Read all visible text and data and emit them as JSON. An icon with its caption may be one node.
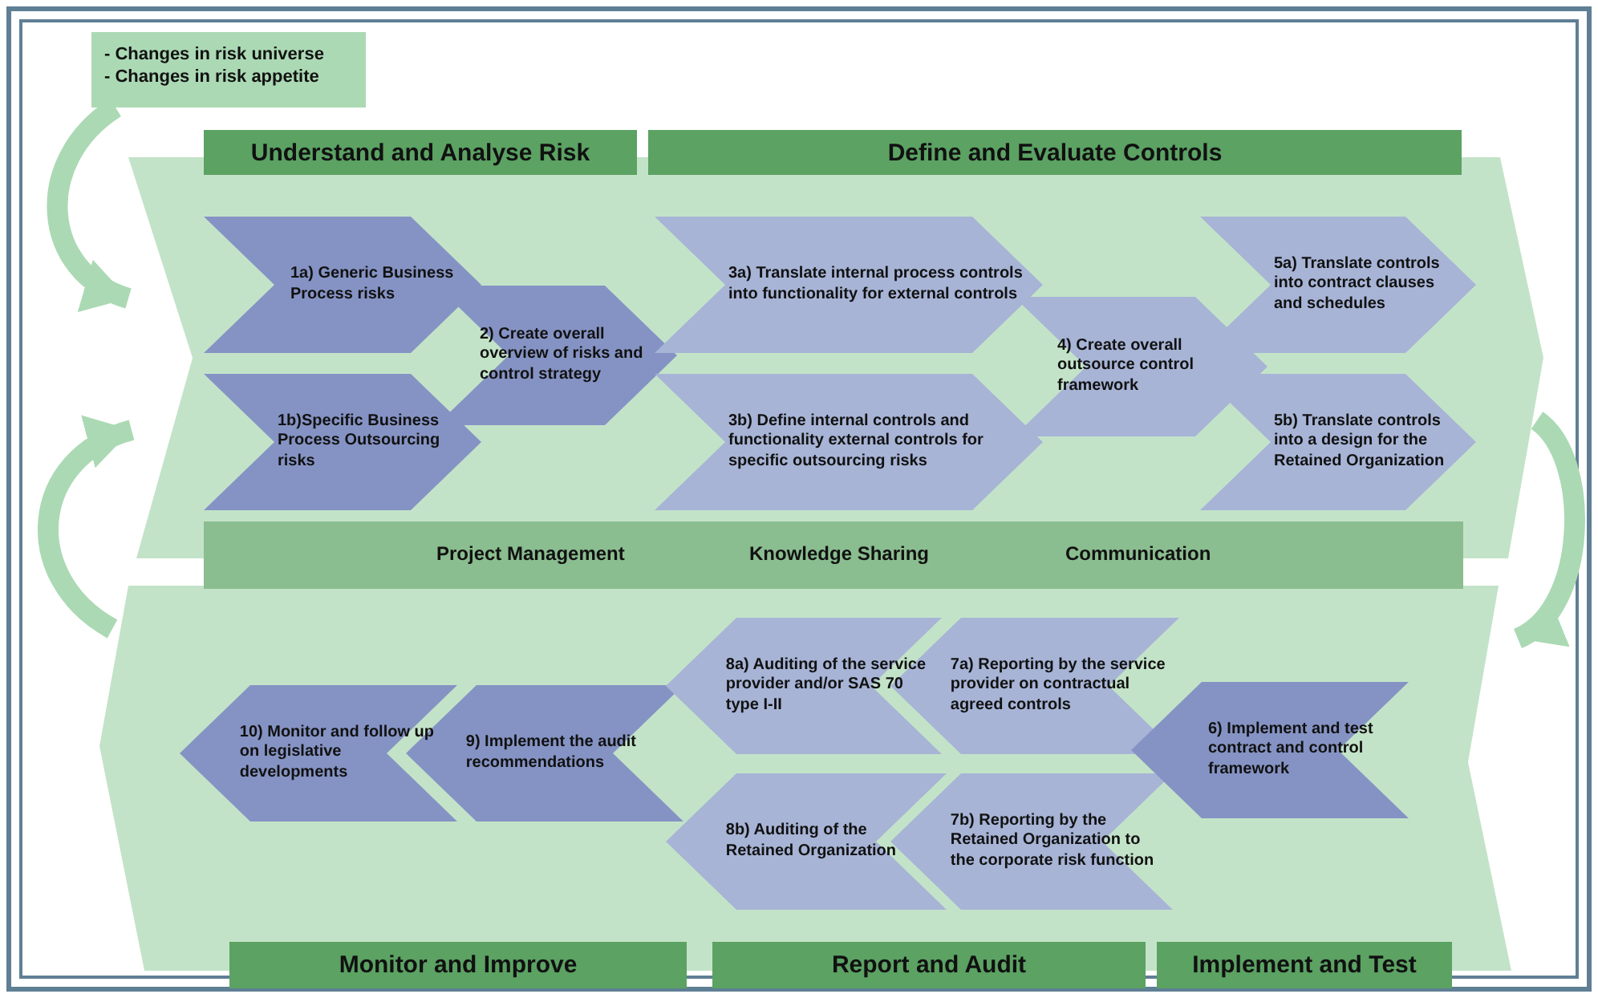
{
  "diagram": {
    "nodes": [
      {
        "text": [
          "- Changes in risk universe",
          "- Changes in risk appetite"
        ]
      },
      {
        "text": [],
        "shape": "chevron"
      },
      {
        "text": [
          "Understand and Analyse Risk"
        ]
      },
      {
        "text": [
          "Define and Evaluate Controls"
        ]
      },
      {
        "text": [
          "1a) Generic Business Process risks"
        ],
        "in": 1
      },
      {
        "text": [
          "1b)Specific Business Process Outsourcing risks"
        ],
        "in": 1
      },
      {
        "text": [
          "2) Create overall overview of risks and control strategy"
        ],
        "in": 1
      },
      {
        "text": [
          "3a) Translate internal process controls into functionality for external controls"
        ],
        "in": 1
      },
      {
        "text": [
          "3b) Define internal controls and functionality external controls for specific outsourcing risks"
        ],
        "in": 1
      },
      {
        "text": [
          "4) Create overall outsource control framework"
        ],
        "in": 1
      },
      {
        "text": [
          "5a) Translate controls into contract clauses and schedules"
        ],
        "in": 1
      },
      {
        "text": [
          "5b) Translate controls into a design for the Retained Organization"
        ],
        "in": 1
      },
      {
        "text": [
          "Project Management",
          "Knowledge Sharing",
          "Communication"
        ]
      },
      {
        "text": [],
        "shape": "chevron"
      },
      {
        "text": [
          "10) Monitor and follow up on legislative developments"
        ],
        "in": 13
      },
      {
        "text": [
          "9) Implement the audit recommendations"
        ],
        "in": 13
      },
      {
        "text": [
          "8a) Auditing of the service provider and/or SAS 70 type I-II"
        ],
        "in": 13
      },
      {
        "text": [
          "8b) Auditing of the Retained Organization"
        ],
        "in": 13
      },
      {
        "text": [
          "7a) Reporting by the service provider on contractual agreed controls"
        ],
        "in": 13
      },
      {
        "text": [
          "7b) Reporting by the Retained Organization to the corporate risk function"
        ],
        "in": 13
      },
      {
        "text": [
          "6) Implement and test contract and control framework"
        ],
        "in": 13
      },
      {
        "text": [
          "Monitor and Improve"
        ]
      },
      {
        "text": [
          "Report and Audit"
        ]
      },
      {
        "text": [
          "Implement and Test"
        ]
      }
    ],
    "edges": [
      {
        "from": 0,
        "to": 1,
        "arrow": "to"
      },
      {
        "from": 13,
        "to": 1,
        "arrow": "to"
      },
      {
        "from": 1,
        "to": 13,
        "arrow": "to"
      }
    ]
  }
}
